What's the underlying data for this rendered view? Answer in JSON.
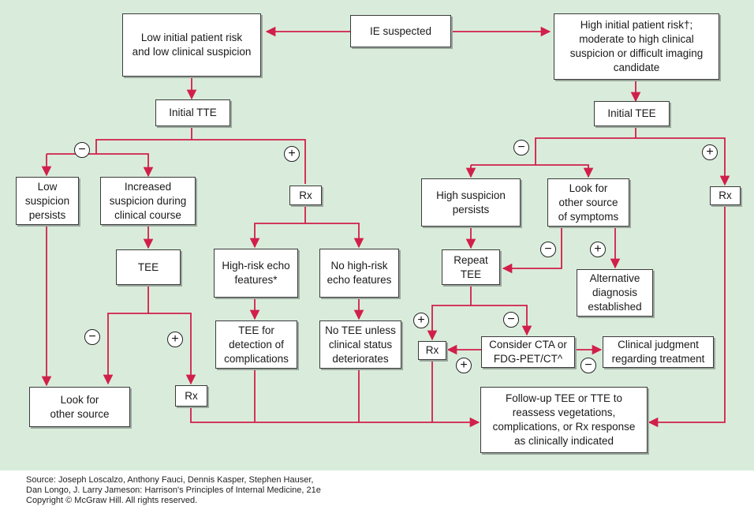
{
  "nodes": {
    "ie_suspected": "IE suspected",
    "low_risk": "Low initial patient risk\nand low clinical suspicion",
    "high_risk": "High initial patient risk†;\nmoderate to high clinical\nsuspicion or difficult imaging\ncandidate",
    "initial_tte": "Initial TTE",
    "initial_tee": "Initial TEE",
    "low_suspicion_persists": "Low\nsuspicion\npersists",
    "increased_suspicion": "Increased\nsuspicion during\nclinical course",
    "tee_left": "TEE",
    "rx_left_pos": "Rx",
    "high_risk_echo": "High-risk echo\nfeatures*",
    "no_high_risk_echo": "No high-risk\necho features",
    "tee_complications": "TEE for\ndetection of\ncomplications",
    "no_tee_unless": "No TEE unless\nclinical status\ndeteriorates",
    "look_other_left": "Look for\nother source",
    "rx_left_bottom": "Rx",
    "high_suspicion_persists": "High suspicion\npersists",
    "look_other_symptoms": "Look for\nother source\nof symptoms",
    "rx_right": "Rx",
    "repeat_tee": "Repeat\nTEE",
    "alternative_diagnosis": "Alternative\ndiagnosis\nestablished",
    "rx_middle": "Rx",
    "consider_cta": "Consider CTA or\nFDG-PET/CT^",
    "clinical_judgment": "Clinical judgment\nregarding treatment",
    "followup": "Follow-up TEE or TTE to\nreassess vegetations,\ncomplications, or Rx response\nas clinically indicated"
  },
  "signs": {
    "minus": "−",
    "plus": "+"
  },
  "footer": {
    "line1": "Source: Joseph Loscalzo, Anthony Fauci, Dennis Kasper, Stephen Hauser,",
    "line2": "Dan Longo, J. Larry Jameson: Harrison's Principles of Internal Medicine, 21e",
    "line3": "Copyright © McGraw Hill. All rights reserved."
  },
  "colors": {
    "background": "#d9ecdb",
    "connector": "#d11f4a",
    "box_border": "#3a3a3a"
  }
}
